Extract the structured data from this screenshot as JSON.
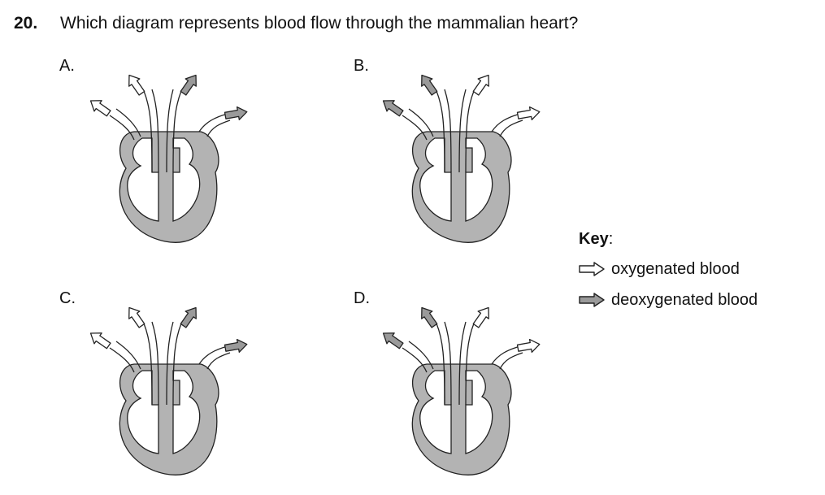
{
  "question": {
    "number": "20.",
    "text": "Which diagram represents blood flow through the mammalian heart?"
  },
  "options": [
    {
      "label": "A.",
      "arrows": {
        "left": "oxygenated",
        "midLeft": "oxygenated",
        "midRight": "deoxygenated",
        "right": "deoxygenated"
      }
    },
    {
      "label": "B.",
      "arrows": {
        "left": "deoxygenated",
        "midLeft": "deoxygenated",
        "midRight": "oxygenated",
        "right": "oxygenated"
      }
    },
    {
      "label": "C.",
      "arrows": {
        "left": "oxygenated",
        "midLeft": "oxygenated",
        "midRight": "deoxygenated",
        "right": "deoxygenated"
      }
    },
    {
      "label": "D.",
      "arrows": {
        "left": "deoxygenated",
        "midLeft": "deoxygenated",
        "midRight": "oxygenated",
        "right": "oxygenated"
      }
    }
  ],
  "key": {
    "title": "Key",
    "oxygenated_label": "oxygenated blood",
    "deoxygenated_label": "deoxygenated blood"
  },
  "colors": {
    "oxygenated_fill": "#ffffff",
    "deoxygenated_fill": "#9a9a9a",
    "heart_wall": "#b3b3b3",
    "stroke": "#222222"
  }
}
